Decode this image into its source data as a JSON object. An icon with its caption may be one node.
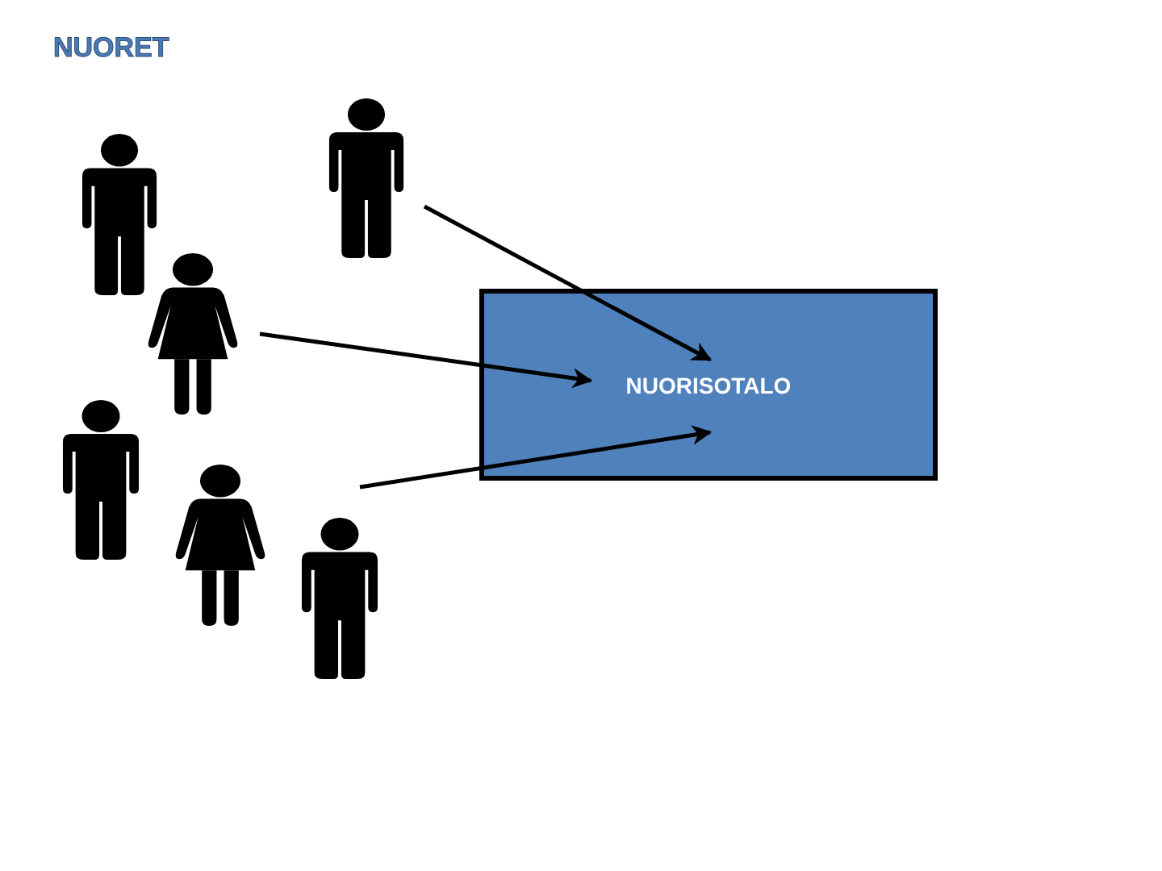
{
  "diagram": {
    "title": "NUORET",
    "nodes": [
      {
        "text": [
          "NUORISOTALO"
        ]
      },
      {
        "text": [],
        "shape": "person"
      },
      {
        "text": [],
        "shape": "person"
      },
      {
        "text": [],
        "shape": "person"
      },
      {
        "text": [],
        "shape": "person"
      },
      {
        "text": [],
        "shape": "person"
      },
      {
        "text": [],
        "shape": "person"
      }
    ],
    "edges": [
      {
        "from": 1,
        "to": 0,
        "arrow": "to"
      },
      {
        "from": 3,
        "to": 0,
        "arrow": "to"
      },
      {
        "from": 6,
        "to": 0,
        "arrow": "to"
      }
    ]
  }
}
